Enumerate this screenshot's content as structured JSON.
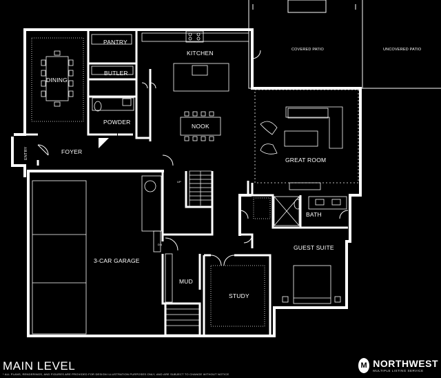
{
  "rooms": {
    "pantry": "PANTRY",
    "kitchen": "KITCHEN",
    "butler": "BUTLER",
    "dining": "DINING",
    "powder": "POWDER",
    "nook": "NOOK",
    "foyer": "FOYER",
    "entry": "ENTRY",
    "covered_patio": "COVERED PATIO",
    "uncovered_patio": "UNCOVERED PATIO",
    "great_room": "GREAT ROOM",
    "bath": "BATH",
    "guest_suite": "GUEST SUITE",
    "garage": "3-CAR GARAGE",
    "mud": "MUD",
    "study": "STUDY"
  },
  "labels": {
    "stair_up": "UP",
    "stair_down": "DN"
  },
  "footer": {
    "title": "MAIN LEVEL",
    "disclaimer": "* ALL PLANS, RENDERINGS, AND FIGURES ARE PROVIDED FOR DESIGN ILLUSTRATION PURPOSES ONLY, AND ARE SUBJECT TO CHANGE WITHOUT NOTICE"
  },
  "brand": {
    "name": "NORTHWEST",
    "subtitle": "MULTIPLE LISTING SERVICE",
    "mark": "M"
  },
  "colors": {
    "background": "#000000",
    "walls": "#ffffff"
  }
}
